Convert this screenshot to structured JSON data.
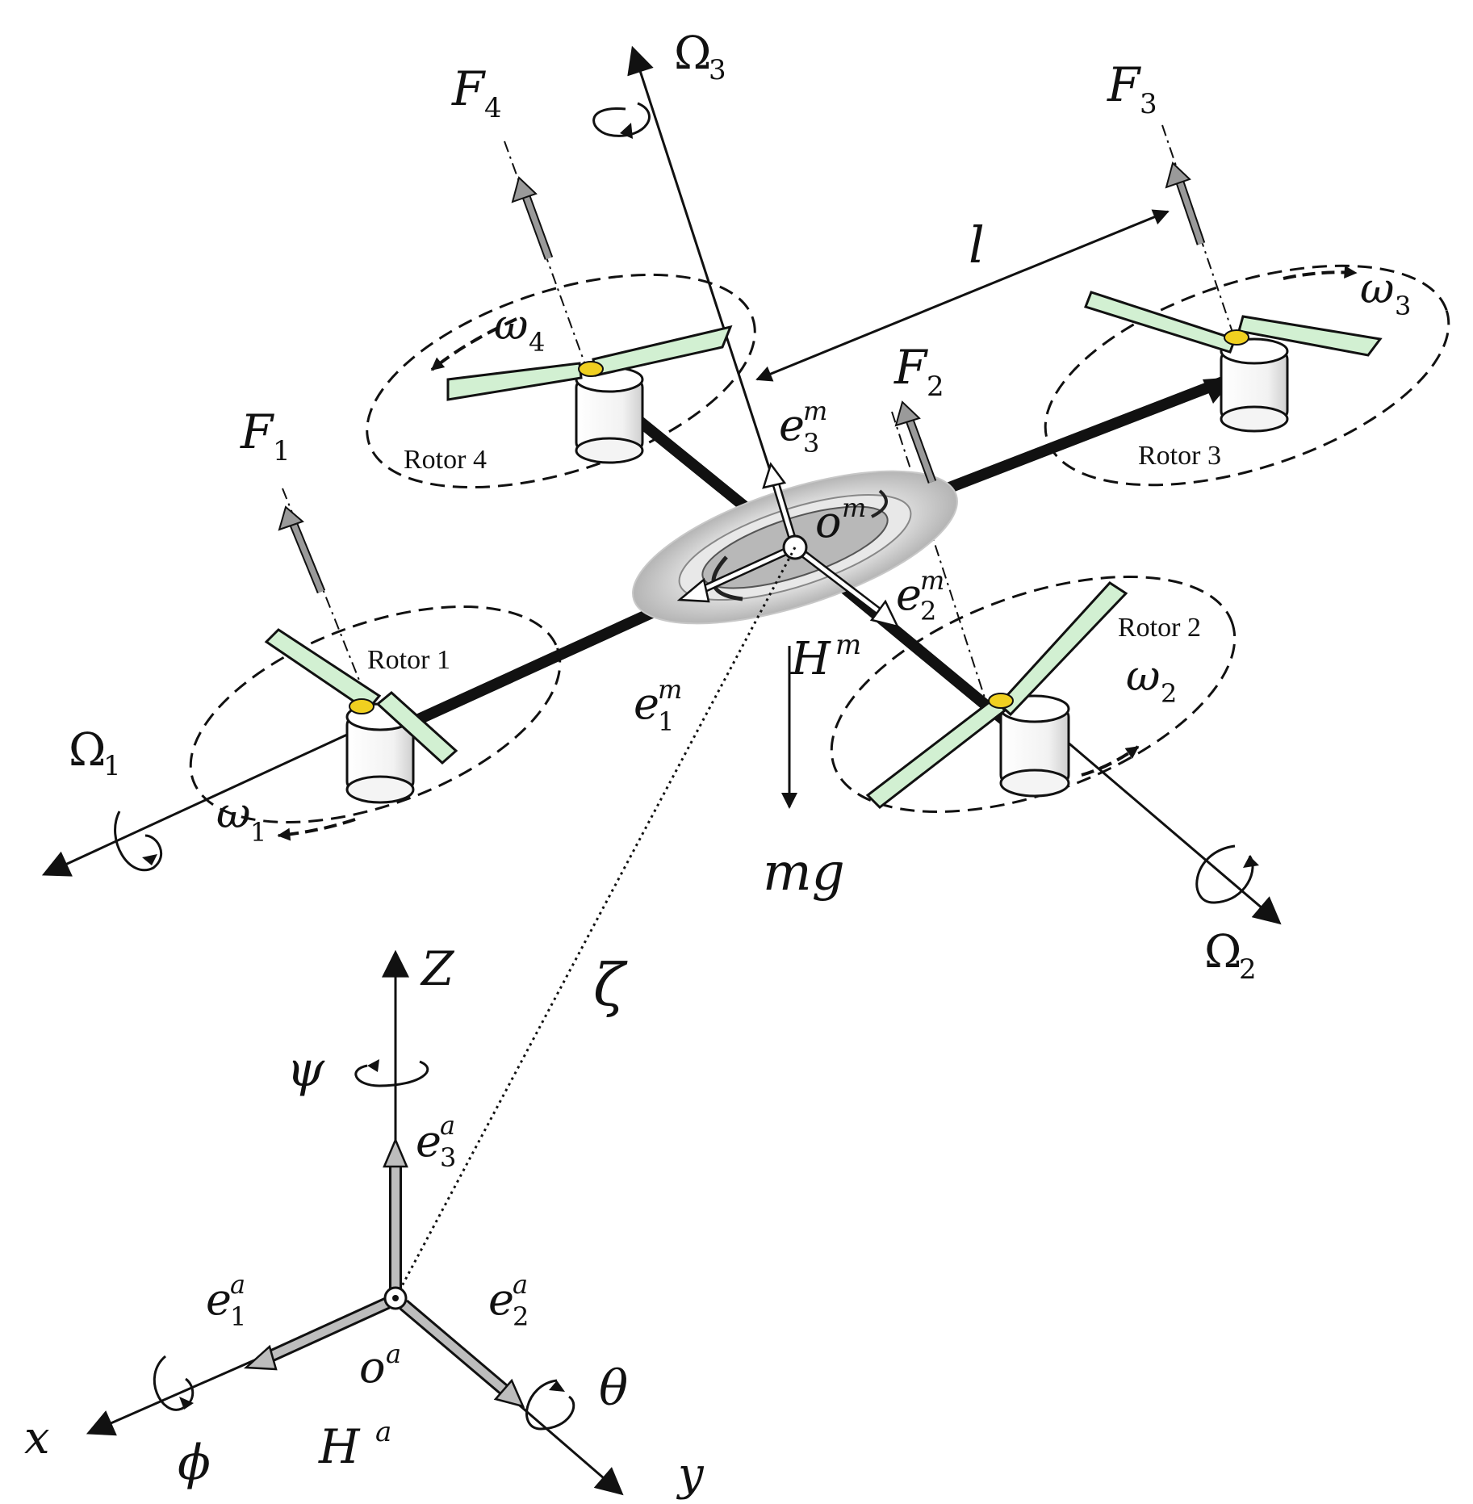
{
  "labels": {
    "Omega1": {
      "base": "Ω",
      "sub": "1"
    },
    "Omega2": {
      "base": "Ω",
      "sub": "2"
    },
    "Omega3": {
      "base": "Ω",
      "sub": "3"
    },
    "F1": {
      "base": "F",
      "sub": "1"
    },
    "F2": {
      "base": "F",
      "sub": "2"
    },
    "F3": {
      "base": "F",
      "sub": "3"
    },
    "F4": {
      "base": "F",
      "sub": "4"
    },
    "omega1": {
      "base": "ω",
      "sub": "1"
    },
    "omega2": {
      "base": "ω",
      "sub": "2"
    },
    "omega3": {
      "base": "ω",
      "sub": "3"
    },
    "omega4": {
      "base": "ω",
      "sub": "4"
    },
    "arm_length": "l",
    "e1m": {
      "base": "e",
      "sup": "m",
      "sub": "1"
    },
    "e2m": {
      "base": "e",
      "sup": "m",
      "sub": "2"
    },
    "e3m": {
      "base": "e",
      "sup": "m",
      "sub": "3"
    },
    "om": {
      "base": "o",
      "sup": "m"
    },
    "Hm": {
      "base": "H",
      "sup": "m"
    },
    "mg": "mg",
    "zeta": "ζ",
    "Z": "Z",
    "psi": "ψ",
    "e3a": {
      "base": "e",
      "sup": "a",
      "sub": "3"
    },
    "e1a": {
      "base": "e",
      "sup": "a",
      "sub": "1"
    },
    "e2a": {
      "base": "e",
      "sup": "a",
      "sub": "2"
    },
    "oa": {
      "base": "o",
      "sup": "a"
    },
    "Ha": {
      "base": "H",
      "sup": "a"
    },
    "theta": "θ",
    "phi": "ϕ",
    "x": "x",
    "y": "y"
  },
  "rotors": {
    "rotor1": "Rotor 1",
    "rotor2": "Rotor 2",
    "rotor3": "Rotor 3",
    "rotor4": "Rotor 4"
  },
  "colors": {
    "blade_fill": "#d2f0d2",
    "hub_yellow": "#f0d020",
    "force_arrow_gray": "#9a9a9a",
    "line": "#111111"
  }
}
